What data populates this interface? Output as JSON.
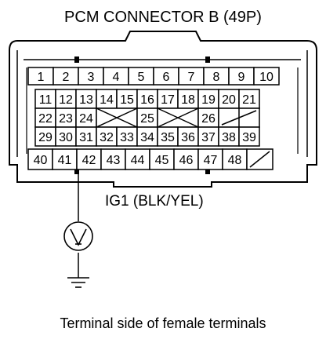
{
  "title": "PCM CONNECTOR B (49P)",
  "wire_label": "IG1 (BLK/YEL)",
  "caption": "Terminal side of female terminals",
  "probed_terminal": "42",
  "meter_icon": "voltmeter-icon",
  "ground_icon": "ground-icon",
  "rows": [
    [
      "1",
      "2",
      "3",
      "4",
      "5",
      "6",
      "7",
      "8",
      "9",
      "10"
    ],
    [
      "11",
      "12",
      "13",
      "14",
      "15",
      "16",
      "17",
      "18",
      "19",
      "20",
      "21"
    ],
    [
      "22",
      "23",
      "24",
      "",
      "25",
      "",
      "26",
      ""
    ],
    [
      "29",
      "30",
      "31",
      "32",
      "33",
      "34",
      "35",
      "36",
      "37",
      "38",
      "39"
    ],
    [
      "40",
      "41",
      "42",
      "43",
      "44",
      "45",
      "46",
      "47",
      "48",
      ""
    ]
  ]
}
